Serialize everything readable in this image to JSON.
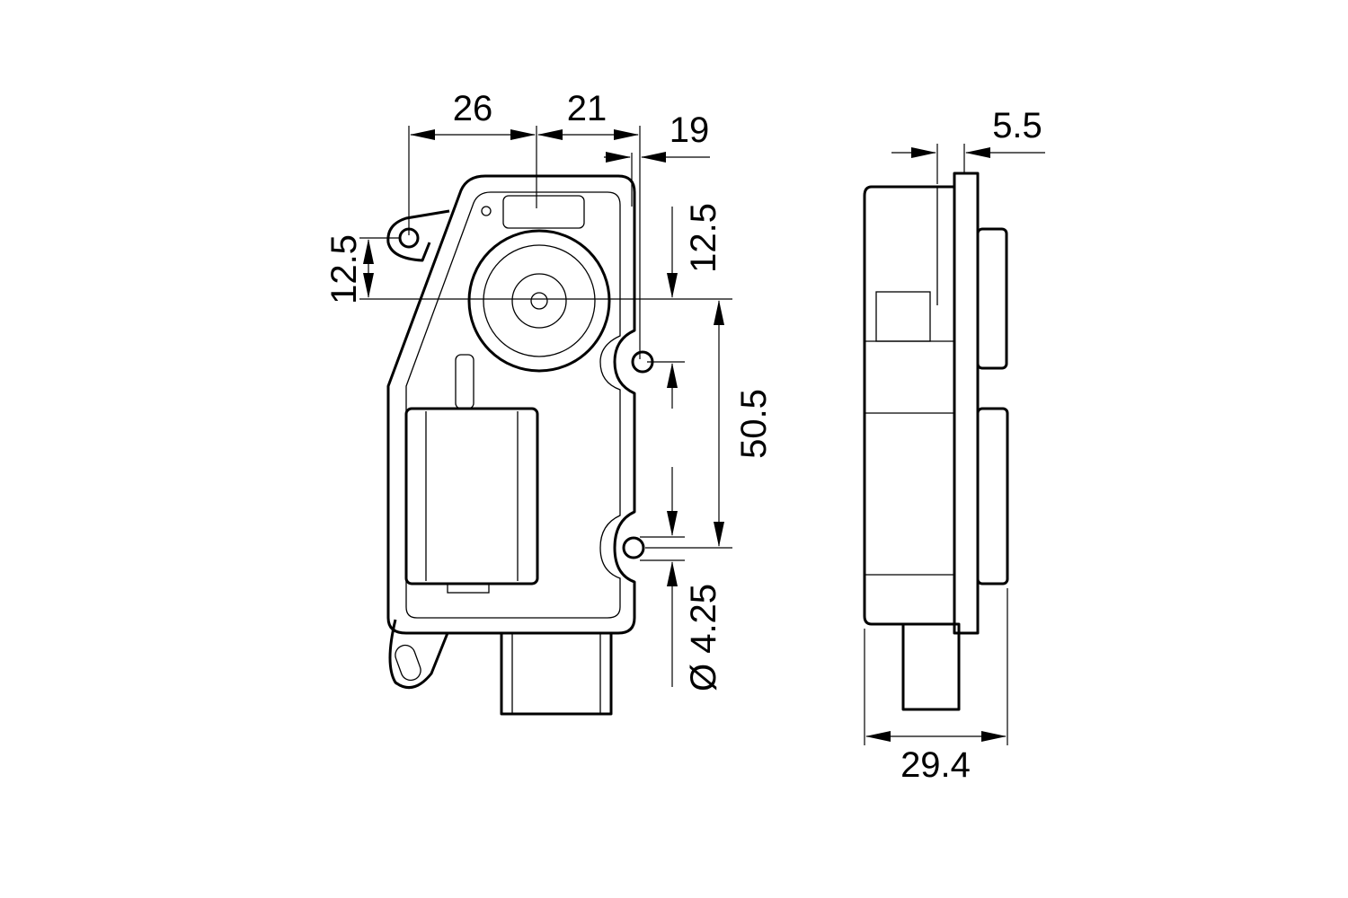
{
  "drawing": {
    "title": "Actuator dimension drawing",
    "front_view": {
      "dimensions": {
        "width_a": "26",
        "width_b": "21",
        "offset": "19",
        "left_height": "12.5",
        "right_height": "12.5",
        "hole_spacing": "50.5",
        "hole_diameter": "Ø 4.25"
      }
    },
    "side_view": {
      "dimensions": {
        "flange_thickness": "5.5",
        "overall_depth": "29.4"
      }
    }
  }
}
